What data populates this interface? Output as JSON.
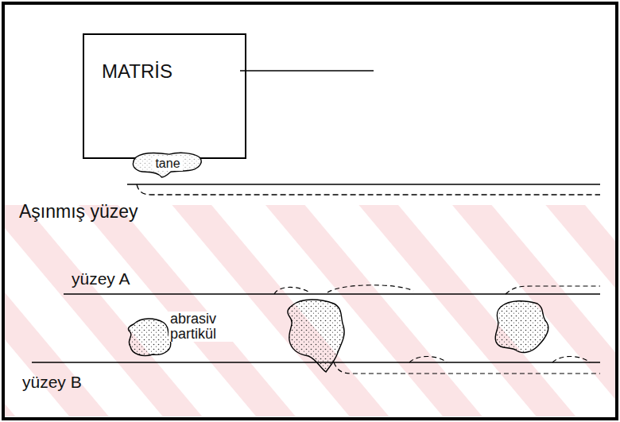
{
  "diagram": {
    "nodes": [
      {
        "text": [
          "MATRİS"
        ]
      },
      {
        "text": [
          "tane"
        ],
        "in": 0
      }
    ],
    "labels": [
      "Aşınmış yüzey",
      "yüzey A",
      "abrasiv partikül",
      "yüzey B"
    ]
  }
}
